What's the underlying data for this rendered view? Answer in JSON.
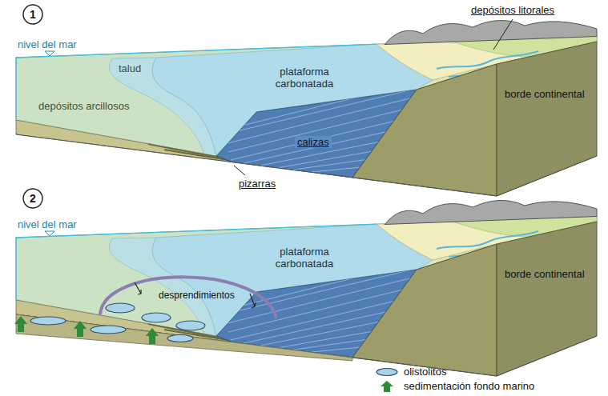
{
  "diagram": {
    "nodes": [
      {
        "text": [
          "1"
        ]
      },
      {
        "text": [
          "2"
        ]
      }
    ],
    "labels": [
      "nivel del mar",
      "plataforma carbonatada",
      "depósitos litorales",
      "talud",
      "borde continental",
      "depósitos arcillosos",
      "calizas",
      "pizarras",
      "nivel del mar",
      "plataforma carbonatada",
      "desprendimientos",
      "borde continental"
    ],
    "legend": [
      {
        "text": "olistolitos"
      },
      {
        "text": "sedimentación fondo marino"
      }
    ]
  }
}
